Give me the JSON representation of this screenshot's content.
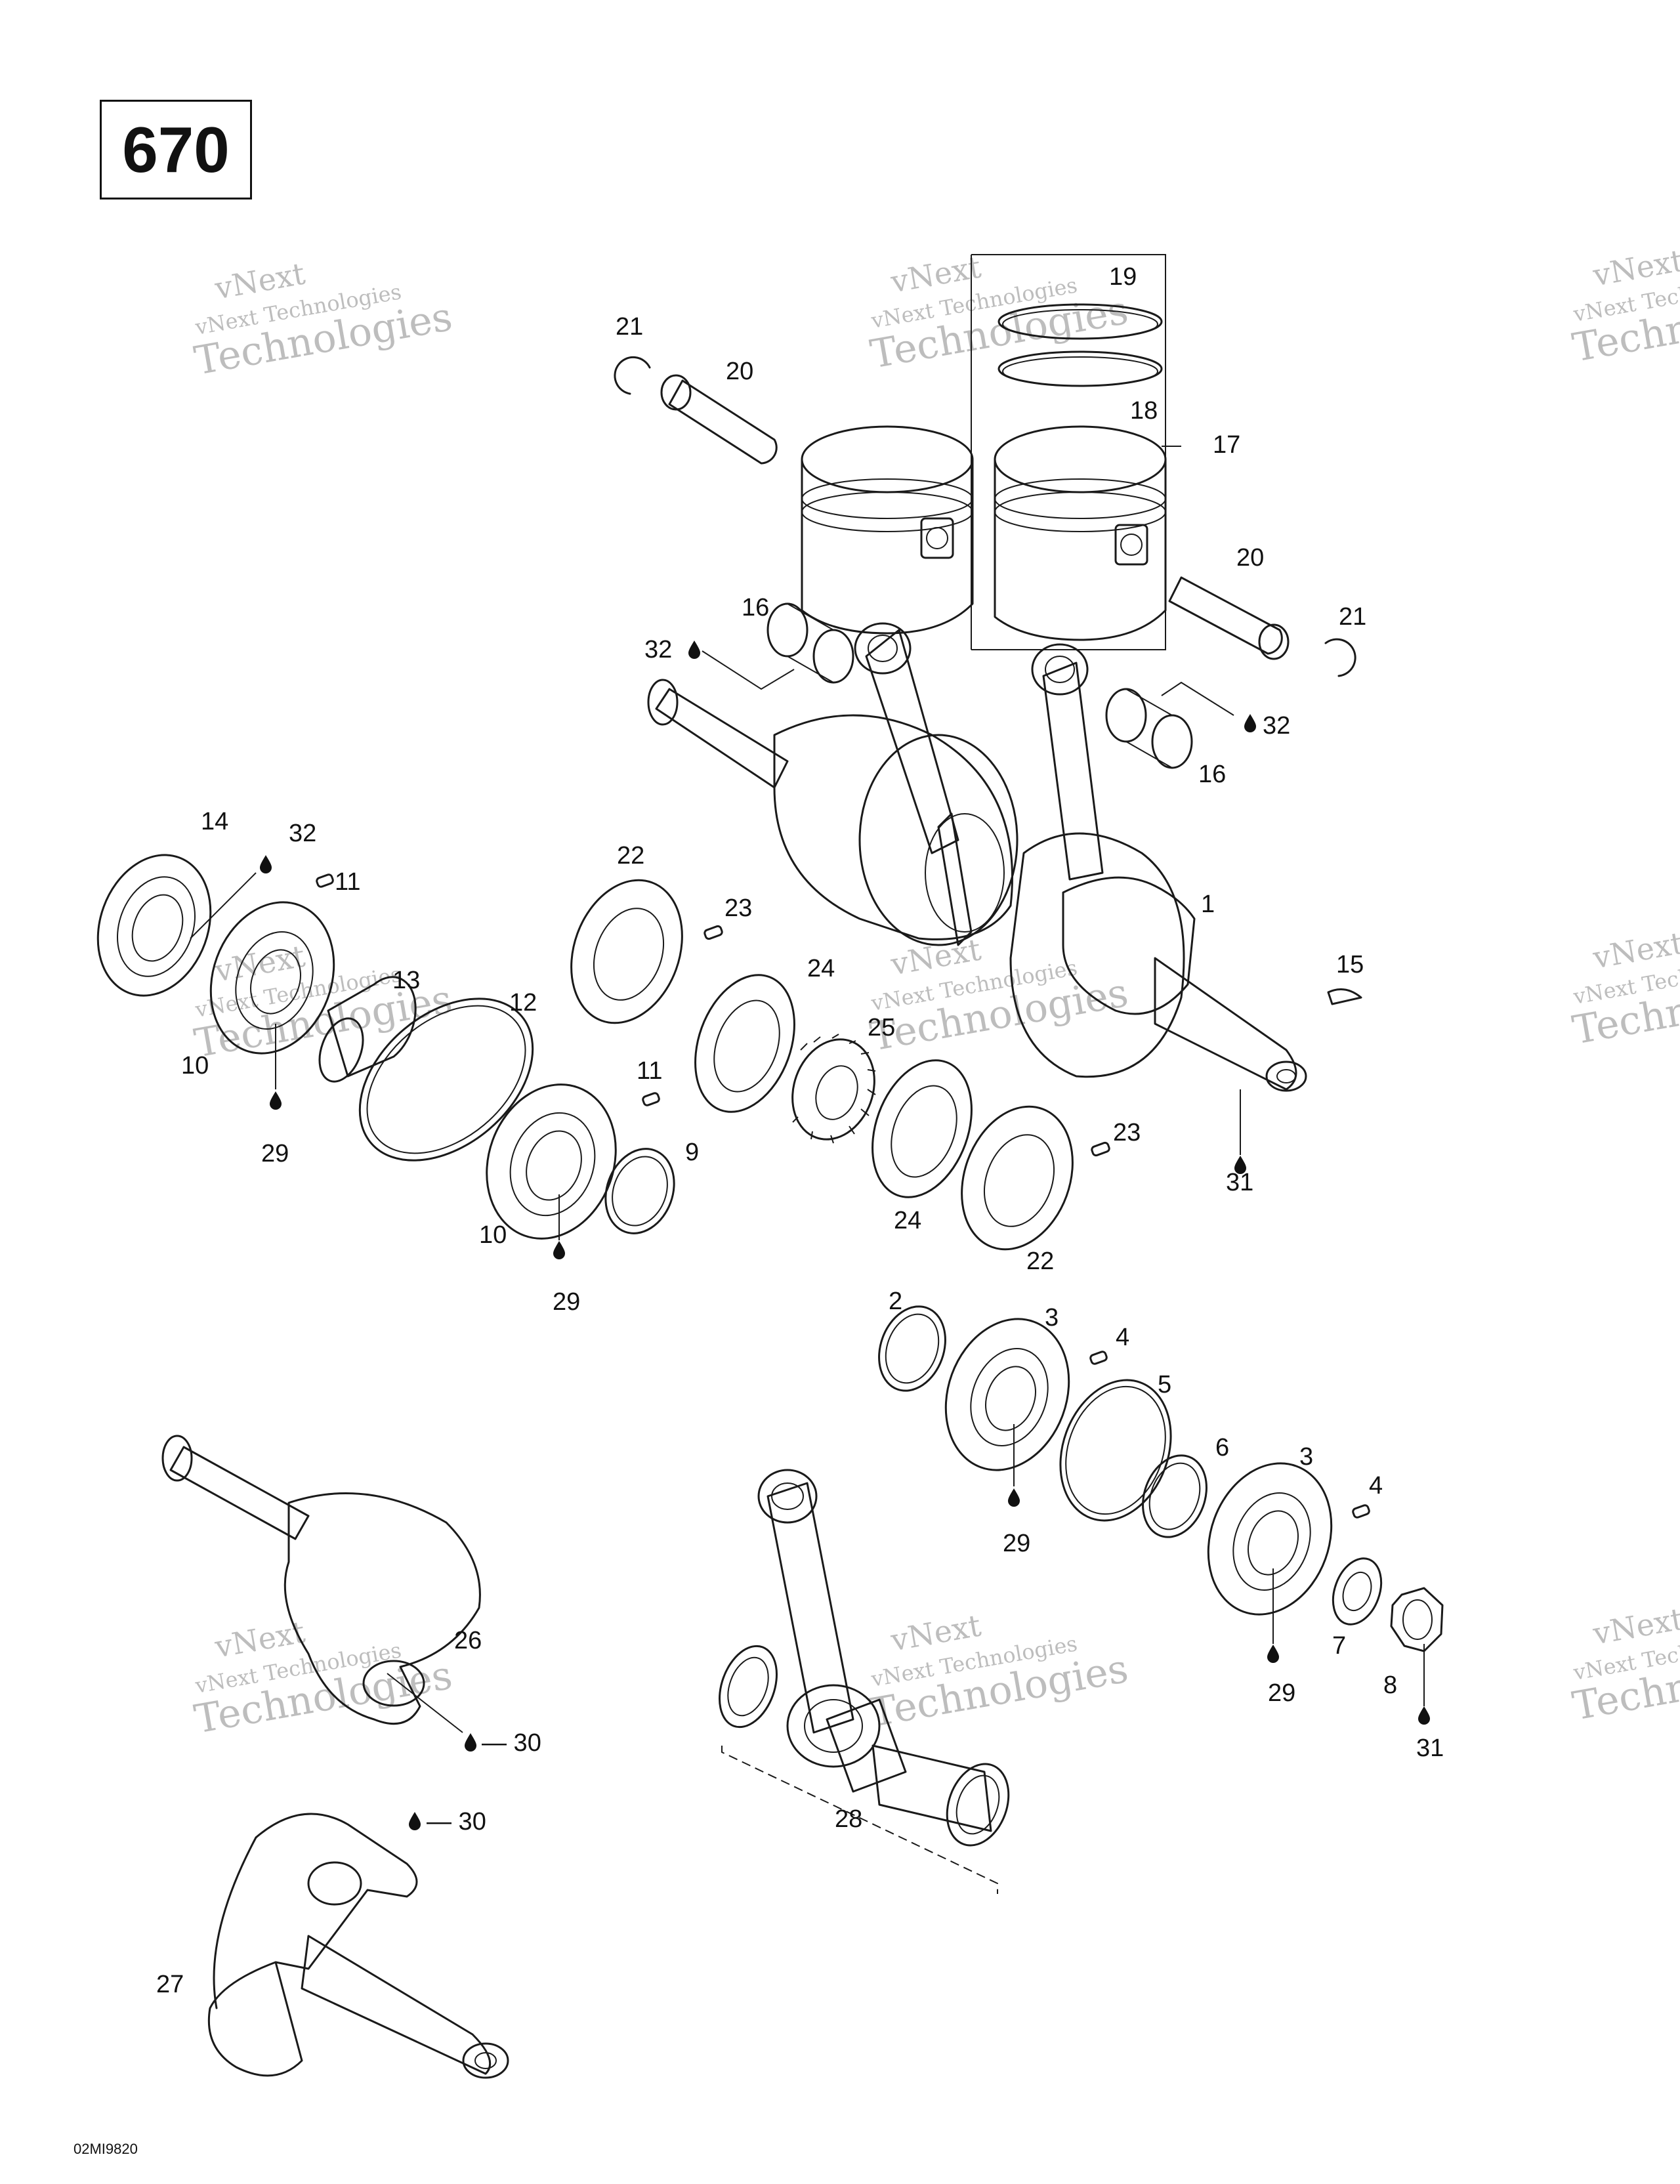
{
  "model_number": "670",
  "drawing_id": "02MI9820",
  "watermark": {
    "line1": "vNext Technologies",
    "line2": "vNext",
    "line3": "Technologies"
  },
  "callouts": {
    "c1": "1",
    "c2": "2",
    "c3a": "3",
    "c3b": "3",
    "c4a": "4",
    "c4b": "4",
    "c5": "5",
    "c6": "6",
    "c7": "7",
    "c8": "8",
    "c9": "9",
    "c10a": "10",
    "c10b": "10",
    "c11a": "11",
    "c11b": "11",
    "c12": "12",
    "c13": "13",
    "c14": "14",
    "c15": "15",
    "c16a": "16",
    "c16b": "16",
    "c17": "17",
    "c18": "18",
    "c19": "19",
    "c20a": "20",
    "c20b": "20",
    "c21a": "21",
    "c21b": "21",
    "c22a": "22",
    "c22b": "22",
    "c23a": "23",
    "c23b": "23",
    "c24a": "24",
    "c24b": "24",
    "c25": "25",
    "c26": "26",
    "c27": "27",
    "c28": "28",
    "c29a": "29",
    "c29b": "29",
    "c29c": "29",
    "c29d": "29",
    "c30a": "— 30",
    "c30b": "— 30",
    "c31a": "31",
    "c31b": "31",
    "c32a": "32",
    "c32b": "32",
    "c32c": "32"
  }
}
